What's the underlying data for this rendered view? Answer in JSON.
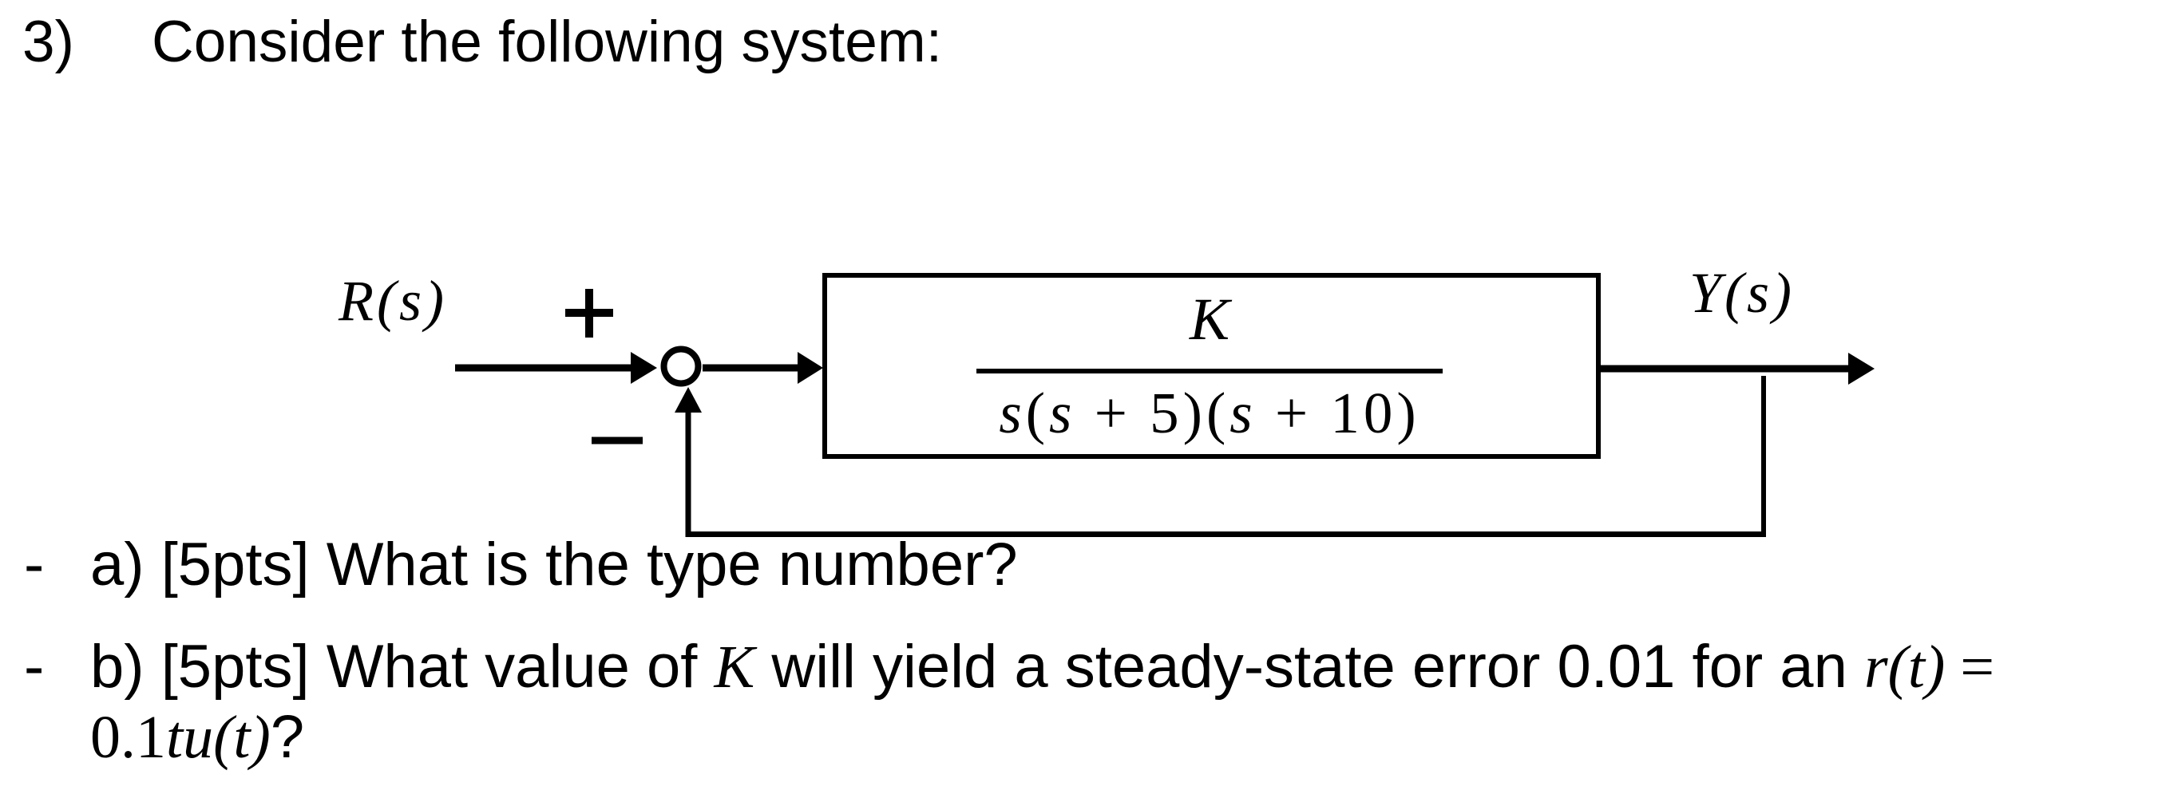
{
  "colors": {
    "ink": "#000000",
    "background": "#ffffff"
  },
  "title": {
    "number": "3)",
    "text": "Consider the following system:"
  },
  "diagram": {
    "input_label": "R(s)",
    "output_label": "Y(s)",
    "plus_sign": "+",
    "minus_sign": "−",
    "block": {
      "numerator": "K",
      "den_s1": "s",
      "den_p1": "(",
      "den_s2": "s",
      "den_t1": " + 5)(",
      "den_s3": "s",
      "den_t2": " + 10)"
    }
  },
  "questions": {
    "a": {
      "bullet": "-",
      "text": "a) [5pts] What is the type number?"
    },
    "b": {
      "bullet": "-",
      "t1": "b) [5pts] What value of ",
      "m1": "K",
      "t2": " will yield a steady-state error 0.01 for an ",
      "m2": "r(t)",
      "t3": " =",
      "mnum": "0.1",
      "m3": "tu(t)",
      "t4": "?"
    }
  }
}
